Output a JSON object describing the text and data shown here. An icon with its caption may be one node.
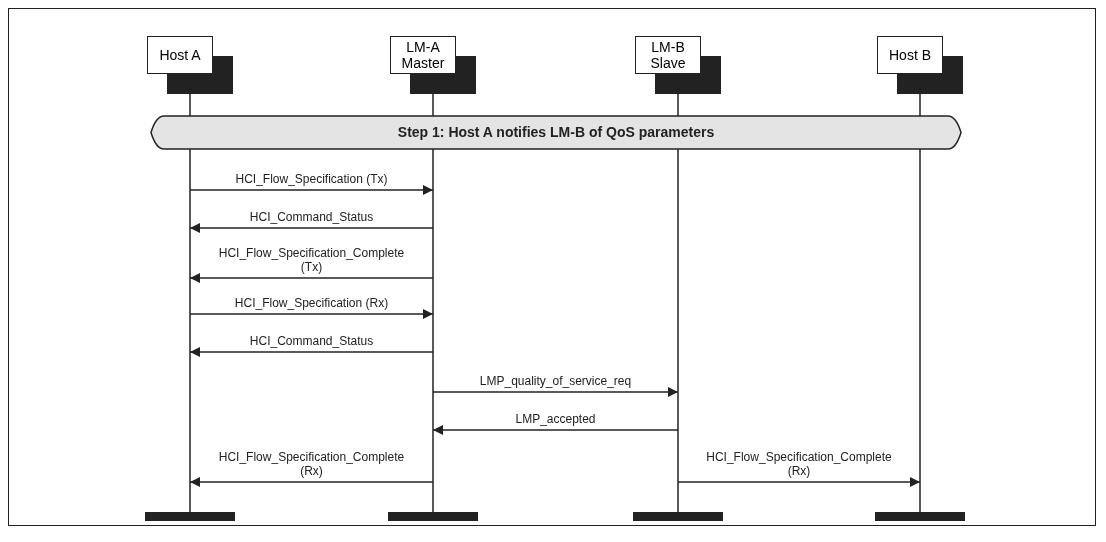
{
  "diagram": {
    "nodes": [
      {
        "text": [
          "Host A"
        ]
      },
      {
        "text": [
          "LM-A Master"
        ]
      },
      {
        "text": [
          "LM-B Slave"
        ]
      },
      {
        "text": [
          "Host B"
        ]
      },
      {
        "text": [
          "Step 1: Host A notifies LM-B of QoS parameters"
        ]
      }
    ],
    "edges": [
      {
        "from": 0,
        "to": 1,
        "arrow": "to",
        "label": "HCI_Flow_Specification (Tx)"
      },
      {
        "from": 1,
        "to": 0,
        "arrow": "to",
        "label": "HCI_Command_Status"
      },
      {
        "from": 1,
        "to": 0,
        "arrow": "to",
        "label": "HCI_Flow_Specification_Complete (Tx)"
      },
      {
        "from": 0,
        "to": 1,
        "arrow": "to",
        "label": "HCI_Flow_Specification (Rx)"
      },
      {
        "from": 1,
        "to": 0,
        "arrow": "to",
        "label": "HCI_Command_Status"
      },
      {
        "from": 1,
        "to": 2,
        "arrow": "to",
        "label": "LMP_quality_of_service_req"
      },
      {
        "from": 2,
        "to": 1,
        "arrow": "to",
        "label": "LMP_accepted"
      },
      {
        "from": 1,
        "to": 0,
        "arrow": "to",
        "label": "HCI_Flow_Specification_Complete (Rx)"
      },
      {
        "from": 2,
        "to": 3,
        "arrow": "to",
        "label": "HCI_Flow_Specification_Complete (Rx)"
      }
    ]
  }
}
